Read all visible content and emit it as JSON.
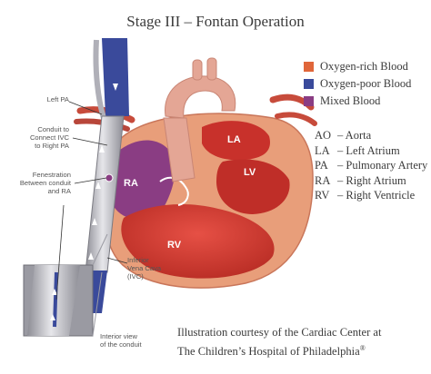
{
  "title": "Stage III – Fontan Operation",
  "colors": {
    "oxygen_rich": "#e0663a",
    "oxygen_poor": "#3a4a9b",
    "mixed": "#8a3d83"
  },
  "legend": [
    {
      "label": "Oxygen-rich Blood",
      "color": "#e0663a"
    },
    {
      "label": "Oxygen-poor Blood",
      "color": "#3a4a9b"
    },
    {
      "label": "Mixed Blood",
      "color": "#8a3d83"
    }
  ],
  "abbreviations": [
    {
      "key": "AO",
      "value": "– Aorta"
    },
    {
      "key": "LA",
      "value": "– Left Atrium"
    },
    {
      "key": "PA",
      "value": "– Pulmonary Artery"
    },
    {
      "key": "RA",
      "value": "– Right Atrium"
    },
    {
      "key": "RV",
      "value": "– Right Ventricle"
    }
  ],
  "chambers": {
    "la": "LA",
    "lv": "LV",
    "ra": "RA",
    "rv": "RV"
  },
  "labels": {
    "left_pa": "Left PA",
    "conduit_1": "Conduit to",
    "conduit_2": "Connect IVC",
    "conduit_3": "to Right PA",
    "fenestration_1": "Fenestration",
    "fenestration_2": "Between conduit",
    "fenestration_3": "and RA",
    "ivc_1": "Inferior",
    "ivc_2": "Vena Cava",
    "ivc_3": "(IVC)",
    "interior_1": "Interior view",
    "interior_2": "of the conduit"
  },
  "credit": {
    "line1": "Illustration courtesy of the Cardiac Center at",
    "line2": "The Children’s Hospital of Philadelphia",
    "mark": "®"
  }
}
